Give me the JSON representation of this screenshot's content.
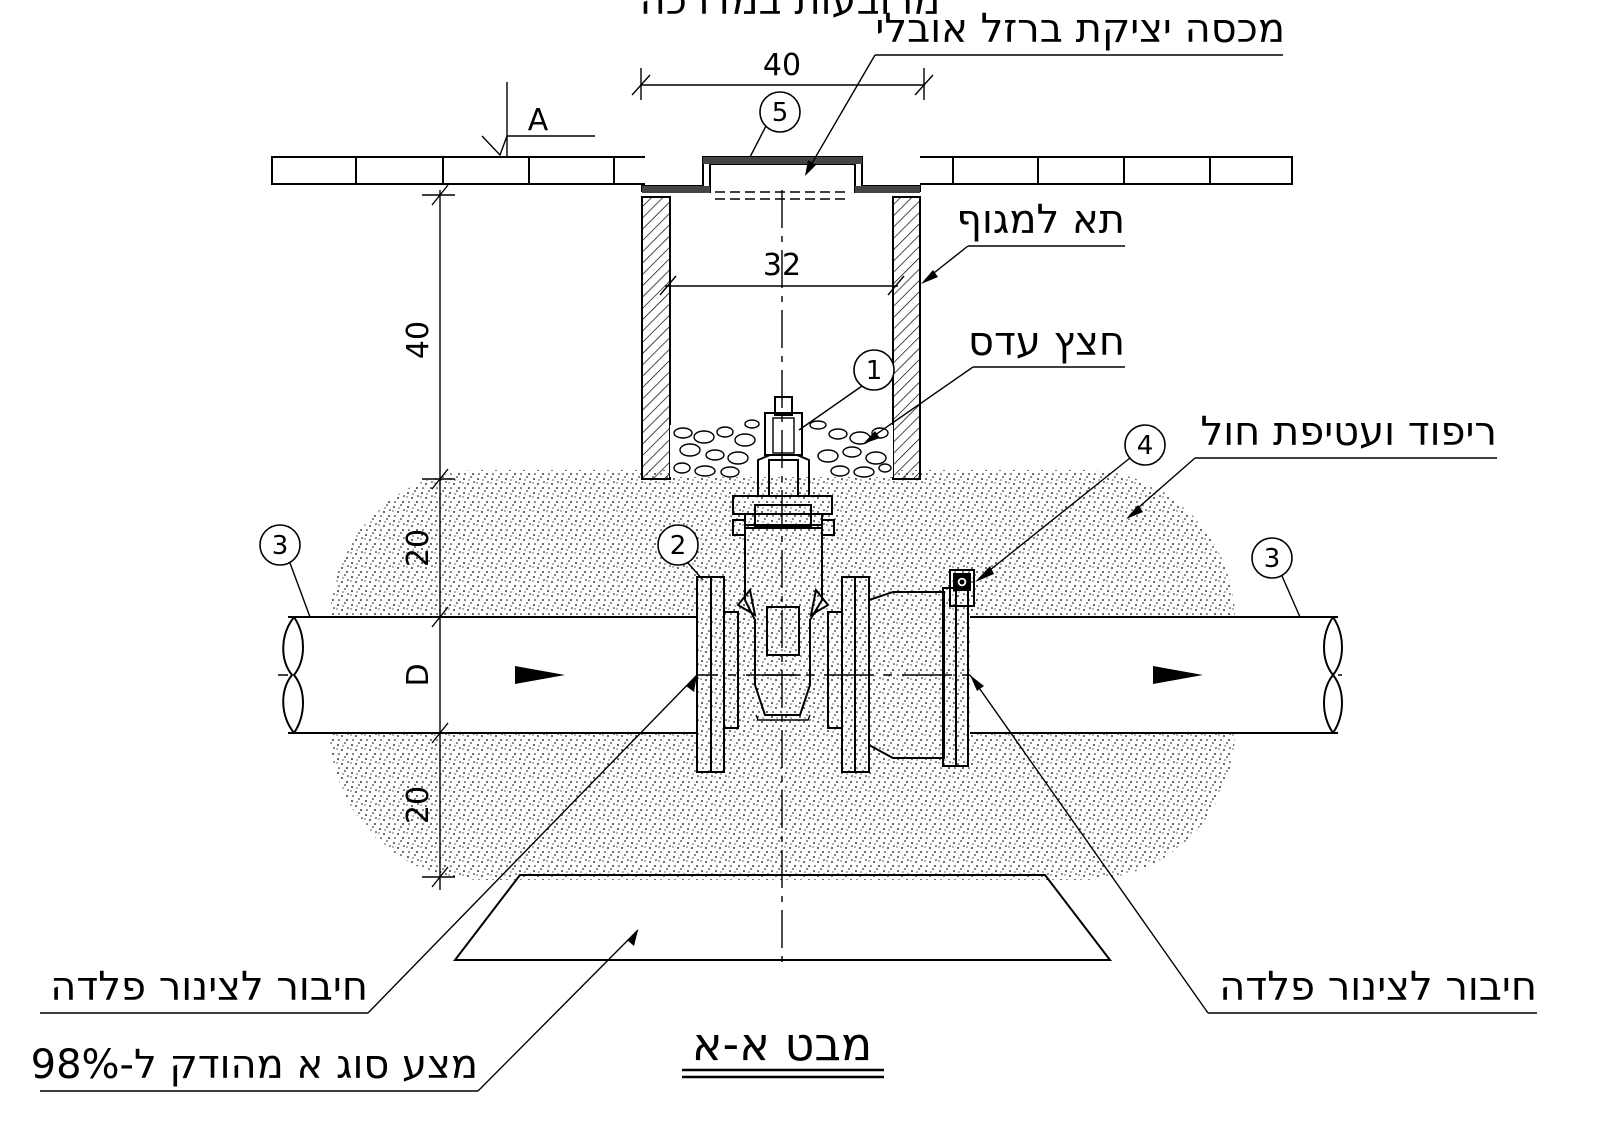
{
  "top_cut_label": "מרובעות במדרכה",
  "labels": {
    "cover": "מכסה יציקת ברזל אובלי",
    "box": "תא למגוף",
    "gravel": "חצץ עדס",
    "sand": "ריפוד ועטיפת חול",
    "conn_left": "חיבור לצינור פלדה",
    "conn_right": "חיבור לצינור פלדה",
    "base": "מצע סוג א מהודק ל-98%",
    "title": "מבט א-א"
  },
  "dimensions": {
    "cover_width": "40",
    "box_inner_width": "32",
    "box_depth": "40",
    "sand_top": "20",
    "pipe": "D",
    "sand_bottom": "20"
  },
  "section_marker": "A",
  "callouts": {
    "valve": "1",
    "flange": "2",
    "pipe_left": "3",
    "pipe_right": "3",
    "coupling": "4",
    "cover": "5"
  }
}
